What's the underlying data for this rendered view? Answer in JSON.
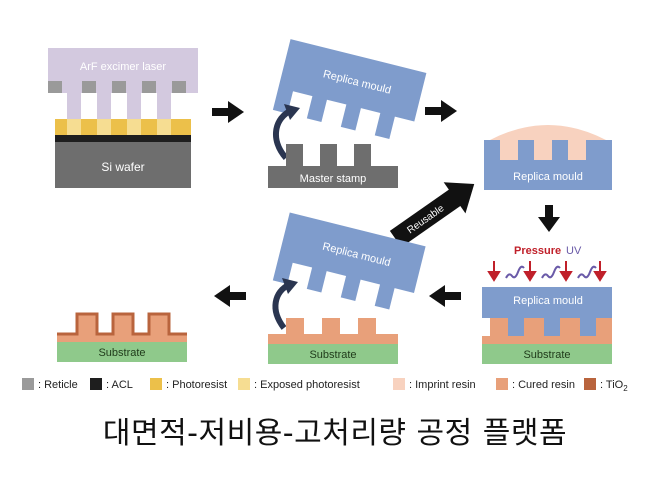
{
  "labels": {
    "laser": "ArF excimer laser",
    "si_wafer": "Si wafer",
    "replica_mould": "Replica mould",
    "master_stamp": "Master stamp",
    "reusable": "Reusable",
    "pressure": "Pressure",
    "uv": "UV",
    "substrate": "Substrate"
  },
  "legend": [
    {
      "name": "reticle",
      "label": ": Reticle",
      "color": "#9a9a9a"
    },
    {
      "name": "acl",
      "label": ": ACL",
      "color": "#1e1e1e"
    },
    {
      "name": "photoresist",
      "label": ": Photoresist",
      "color": "#ecc04a"
    },
    {
      "name": "exposed-photoresist",
      "label": ": Exposed photoresist",
      "color": "#f6dd92"
    },
    {
      "name": "imprint-resin",
      "label": ": Imprint resin",
      "color": "#f8d2bf"
    },
    {
      "name": "cured-resin",
      "label": ": Cured resin",
      "color": "#e8a07a"
    },
    {
      "name": "tio2",
      "label": ": TiO",
      "sub": "2",
      "color": "#b9643d"
    }
  ],
  "caption": "대면적-저비용-고처리량 공정 플랫폼",
  "colors": {
    "mould": "#7f9ccc",
    "laser_box": "#d3c9df",
    "wafer": "#6e6e6e",
    "substrate": "#8fc98b",
    "arrow": "#111111",
    "pressure_red": "#c0202a",
    "uv_purple": "#6a5aa8"
  }
}
